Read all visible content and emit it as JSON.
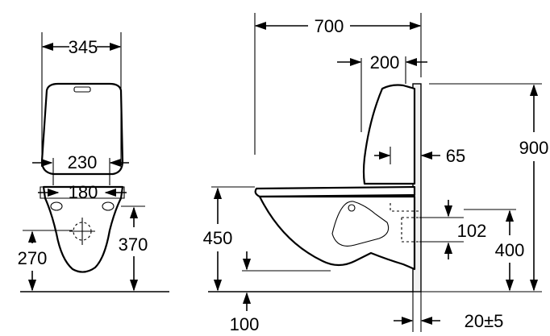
{
  "dimensions": {
    "front_width": "345",
    "front_inner_width": "230",
    "front_bolt_spacing": "180",
    "front_height_right": "370",
    "front_height_left": "270",
    "side_depth": "700",
    "tank_depth": "200",
    "wall_offset": "65",
    "total_height": "900",
    "seat_height": "450",
    "outlet_height": "400",
    "outlet_pipe": "102",
    "bottom_offset": "100",
    "wall_tolerance": "20±5"
  },
  "colors": {
    "line": "#000000",
    "wall_fill": "#f2f2f2",
    "background": "#ffffff"
  }
}
